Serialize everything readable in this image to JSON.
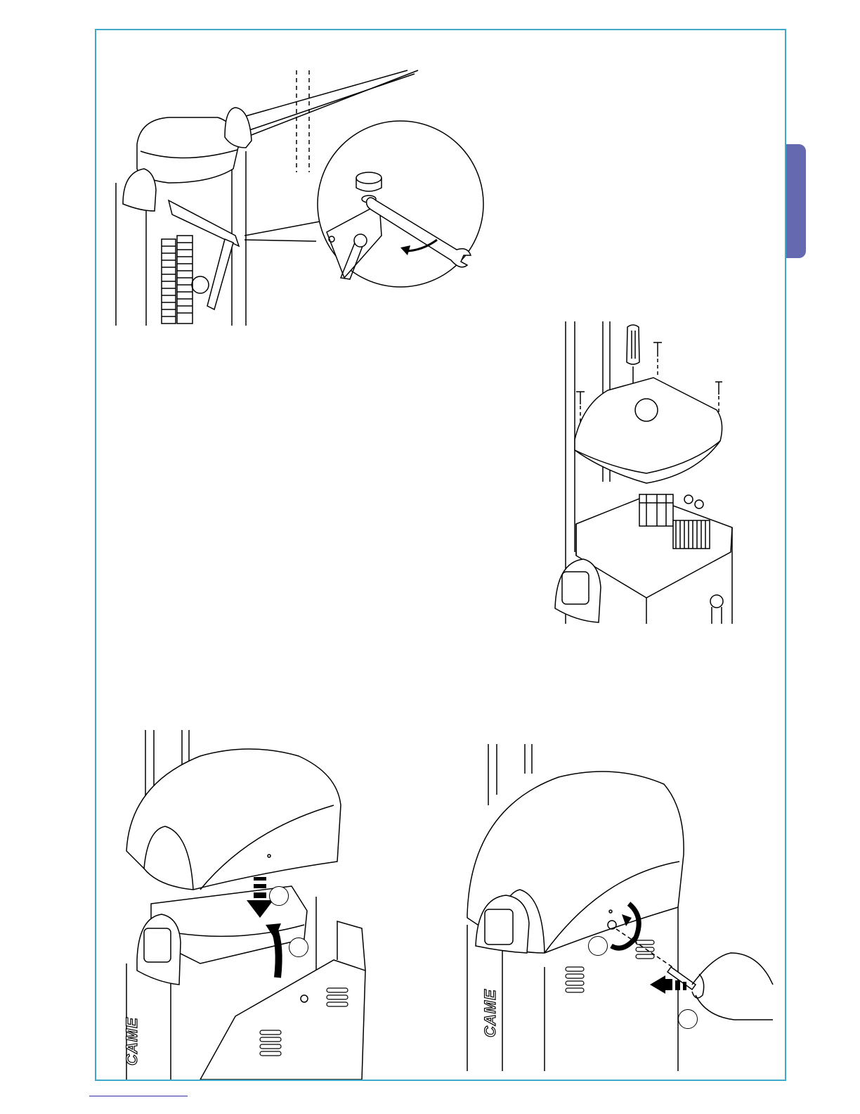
{
  "page": {
    "frame_color": "#3fa9c9",
    "side_tab_color": "#6569b0",
    "footer_line_color": "#2b2fa0"
  },
  "figures": [
    {
      "id": "fig-spring-nut",
      "icon": "wrench-icon"
    },
    {
      "id": "fig-control-board-cover",
      "icon": "screwdriver-icon"
    },
    {
      "id": "fig-fit-housing-cover",
      "brand_text": "CAME",
      "callout_labels": [
        "",
        ""
      ]
    },
    {
      "id": "fig-lock-housing",
      "brand_text": "CAME",
      "callout_labels": [
        "",
        ""
      ]
    }
  ]
}
